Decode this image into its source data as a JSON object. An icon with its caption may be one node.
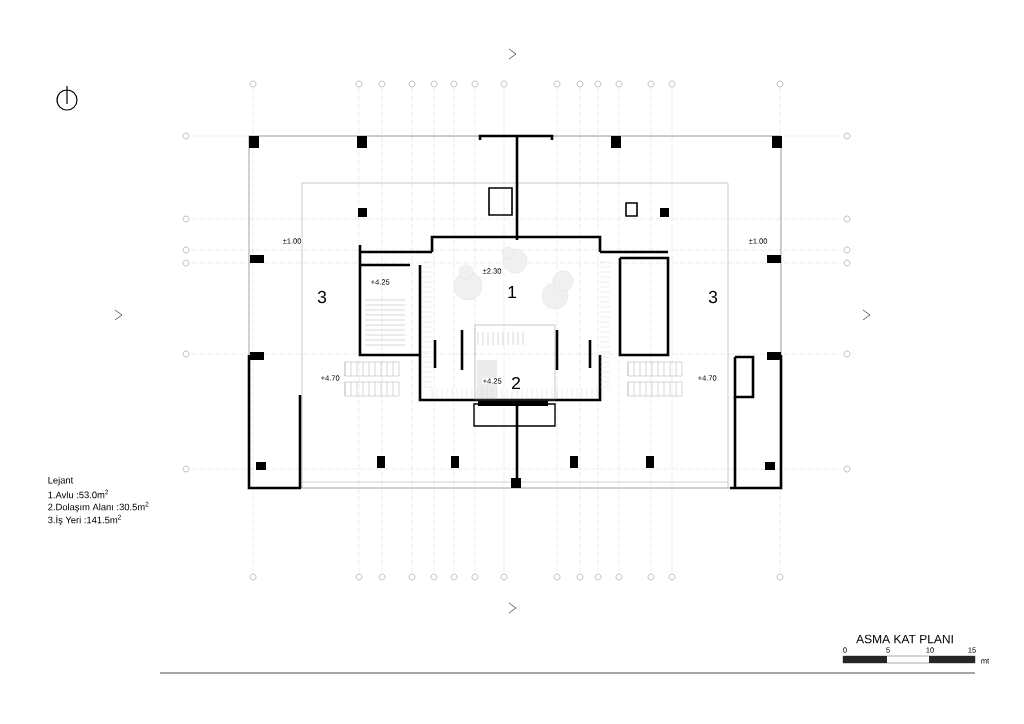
{
  "diagram": {
    "title": "ASMA KAT PLANI",
    "labels": [
      "±1.00",
      "±1.00",
      "±2.30",
      "1",
      "+4.25",
      "3",
      "3",
      "+4.70",
      "+4.25",
      "2",
      "+4.70",
      "Lejant",
      "1.Avlu :53.0m$^{2}$",
      "2.Dolaşım Alanı :30.5m$^{2}$",
      "3.İş Yeri :141.5m$^{2}$",
      "0",
      "5",
      "10",
      "15",
      "mt"
    ]
  }
}
